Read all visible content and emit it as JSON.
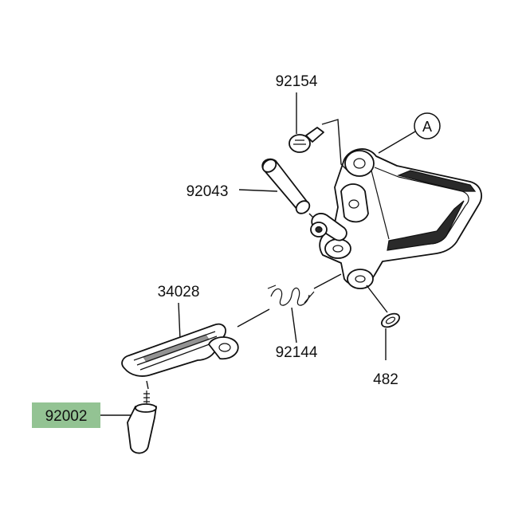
{
  "parts": {
    "bolt": {
      "number": "92154"
    },
    "collar": {
      "number": "92043"
    },
    "footpeg": {
      "number": "34028"
    },
    "spring": {
      "number": "92144"
    },
    "washer": {
      "number": "482"
    },
    "pin": {
      "number": "92002",
      "highlighted": true
    }
  },
  "callout": {
    "letter": "A"
  },
  "colors": {
    "highlight": "#93c393",
    "ink": "#111111",
    "background": "#ffffff"
  }
}
